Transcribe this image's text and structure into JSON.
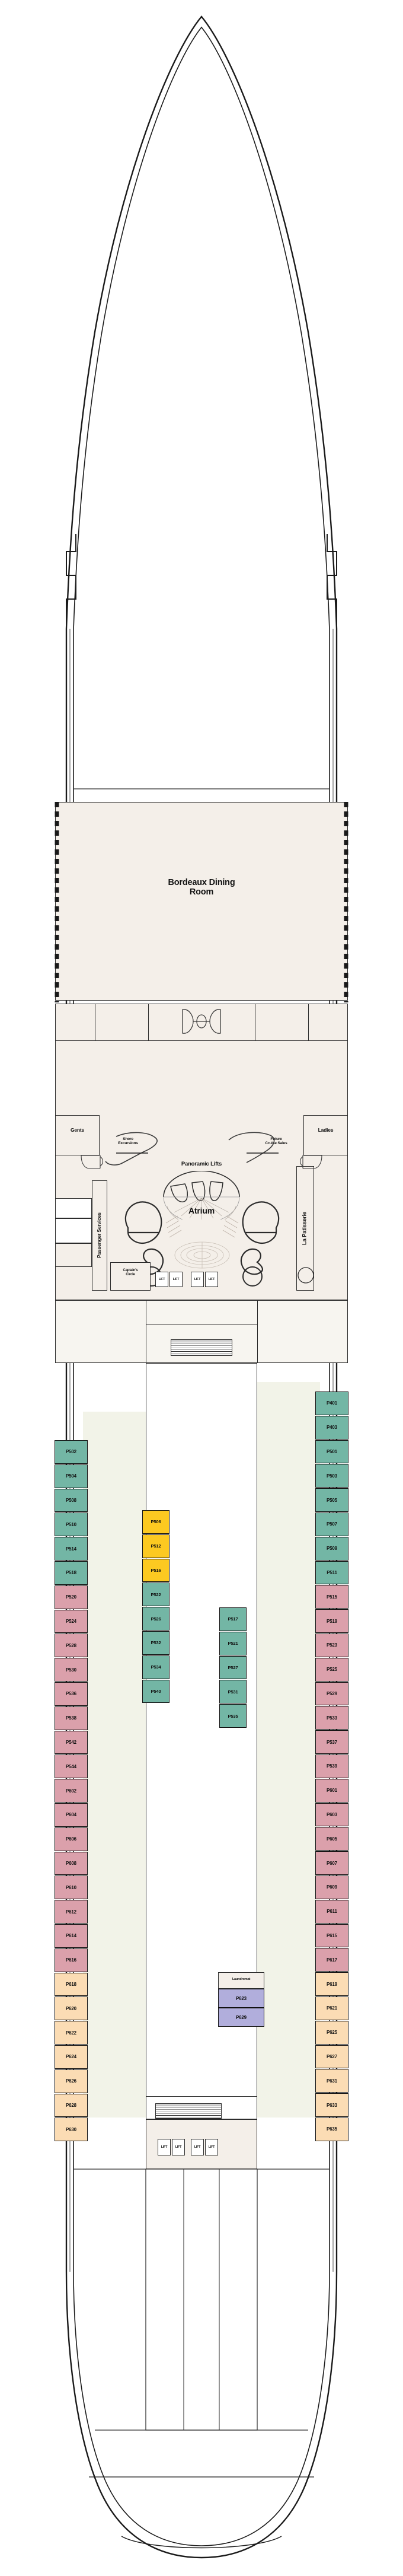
{
  "deck": {
    "name": "Deck plan",
    "hull_outline_color": "#1a1a1a",
    "palette": {
      "room_fill": "#f4efe9",
      "cabin_green": "#73b6a5",
      "cabin_pink": "#dba0ab",
      "cabin_peach": "#fbdcb4",
      "cabin_yellow": "#fcc921",
      "cabin_purple": "#b1aedc",
      "outline": "#1a1a1a"
    }
  },
  "public_rooms": {
    "dining_room": "Bordeaux Dining\nRoom",
    "atrium": "Atrium",
    "panoramic_lifts": "Panoramic Lifts",
    "shore_excursions": "Shore\nExcursions",
    "future_cruise_sales": "Future\nCruise Sales",
    "gents": "Gents",
    "ladies": "Ladies",
    "passenger_services": "Passenger Services",
    "la_patisserie": "La Patisserie",
    "captains_circle": "Captain's\nCircle",
    "laundromat": "Laundromat"
  },
  "lift_label": "LIFT",
  "lift_banks": {
    "midship": [
      "LIFT",
      "LIFT",
      "LIFT",
      "LIFT"
    ],
    "aft": [
      "LIFT",
      "LIFT",
      "LIFT",
      "LIFT"
    ]
  },
  "cabins": {
    "port_outer": [
      {
        "id": "P502",
        "cat": "green"
      },
      {
        "id": "P504",
        "cat": "green"
      },
      {
        "id": "P508",
        "cat": "green"
      },
      {
        "id": "P510",
        "cat": "green"
      },
      {
        "id": "P514",
        "cat": "green"
      },
      {
        "id": "P518",
        "cat": "green"
      },
      {
        "id": "P520",
        "cat": "pink"
      },
      {
        "id": "P524",
        "cat": "pink"
      },
      {
        "id": "P528",
        "cat": "pink"
      },
      {
        "id": "P530",
        "cat": "pink"
      },
      {
        "id": "P536",
        "cat": "pink"
      },
      {
        "id": "P538",
        "cat": "pink"
      },
      {
        "id": "P542",
        "cat": "pink"
      },
      {
        "id": "P544",
        "cat": "pink"
      },
      {
        "id": "P602",
        "cat": "pink"
      },
      {
        "id": "P604",
        "cat": "pink"
      },
      {
        "id": "P606",
        "cat": "pink"
      },
      {
        "id": "P608",
        "cat": "pink"
      },
      {
        "id": "P610",
        "cat": "pink"
      },
      {
        "id": "P612",
        "cat": "pink"
      },
      {
        "id": "P614",
        "cat": "pink"
      },
      {
        "id": "P616",
        "cat": "pink"
      },
      {
        "id": "P618",
        "cat": "peach"
      },
      {
        "id": "P620",
        "cat": "peach"
      },
      {
        "id": "P622",
        "cat": "peach"
      },
      {
        "id": "P624",
        "cat": "peach"
      },
      {
        "id": "P626",
        "cat": "peach"
      },
      {
        "id": "P628",
        "cat": "peach"
      },
      {
        "id": "P630",
        "cat": "peach"
      }
    ],
    "port_inner": [
      {
        "id": "P506",
        "cat": "yellow"
      },
      {
        "id": "P512",
        "cat": "yellow"
      },
      {
        "id": "P516",
        "cat": "yellow"
      },
      {
        "id": "P522",
        "cat": "green"
      },
      {
        "id": "P526",
        "cat": "green"
      },
      {
        "id": "P532",
        "cat": "green"
      },
      {
        "id": "P534",
        "cat": "green"
      },
      {
        "id": "P540",
        "cat": "green"
      }
    ],
    "starboard_inner": [
      {
        "id": "P517",
        "cat": "green"
      },
      {
        "id": "P521",
        "cat": "green"
      },
      {
        "id": "P527",
        "cat": "green"
      },
      {
        "id": "P531",
        "cat": "green"
      },
      {
        "id": "P535",
        "cat": "green"
      }
    ],
    "midship_aft_inner": [
      {
        "id": "P623",
        "cat": "purple"
      },
      {
        "id": "P629",
        "cat": "purple"
      }
    ],
    "starboard_outer": [
      {
        "id": "P401",
        "cat": "green"
      },
      {
        "id": "P403",
        "cat": "green"
      },
      {
        "id": "P501",
        "cat": "green"
      },
      {
        "id": "P503",
        "cat": "green"
      },
      {
        "id": "P505",
        "cat": "green"
      },
      {
        "id": "P507",
        "cat": "green"
      },
      {
        "id": "P509",
        "cat": "green"
      },
      {
        "id": "P511",
        "cat": "green"
      },
      {
        "id": "P515",
        "cat": "pink"
      },
      {
        "id": "P519",
        "cat": "pink"
      },
      {
        "id": "P523",
        "cat": "pink"
      },
      {
        "id": "P525",
        "cat": "pink"
      },
      {
        "id": "P529",
        "cat": "pink"
      },
      {
        "id": "P533",
        "cat": "pink"
      },
      {
        "id": "P537",
        "cat": "pink"
      },
      {
        "id": "P539",
        "cat": "pink"
      },
      {
        "id": "P601",
        "cat": "pink"
      },
      {
        "id": "P603",
        "cat": "pink"
      },
      {
        "id": "P605",
        "cat": "pink"
      },
      {
        "id": "P607",
        "cat": "pink"
      },
      {
        "id": "P609",
        "cat": "pink"
      },
      {
        "id": "P611",
        "cat": "pink"
      },
      {
        "id": "P615",
        "cat": "pink"
      },
      {
        "id": "P617",
        "cat": "pink"
      },
      {
        "id": "P619",
        "cat": "peach"
      },
      {
        "id": "P621",
        "cat": "peach"
      },
      {
        "id": "P625",
        "cat": "peach"
      },
      {
        "id": "P627",
        "cat": "peach"
      },
      {
        "id": "P631",
        "cat": "peach"
      },
      {
        "id": "P633",
        "cat": "peach"
      },
      {
        "id": "P635",
        "cat": "peach"
      }
    ]
  }
}
